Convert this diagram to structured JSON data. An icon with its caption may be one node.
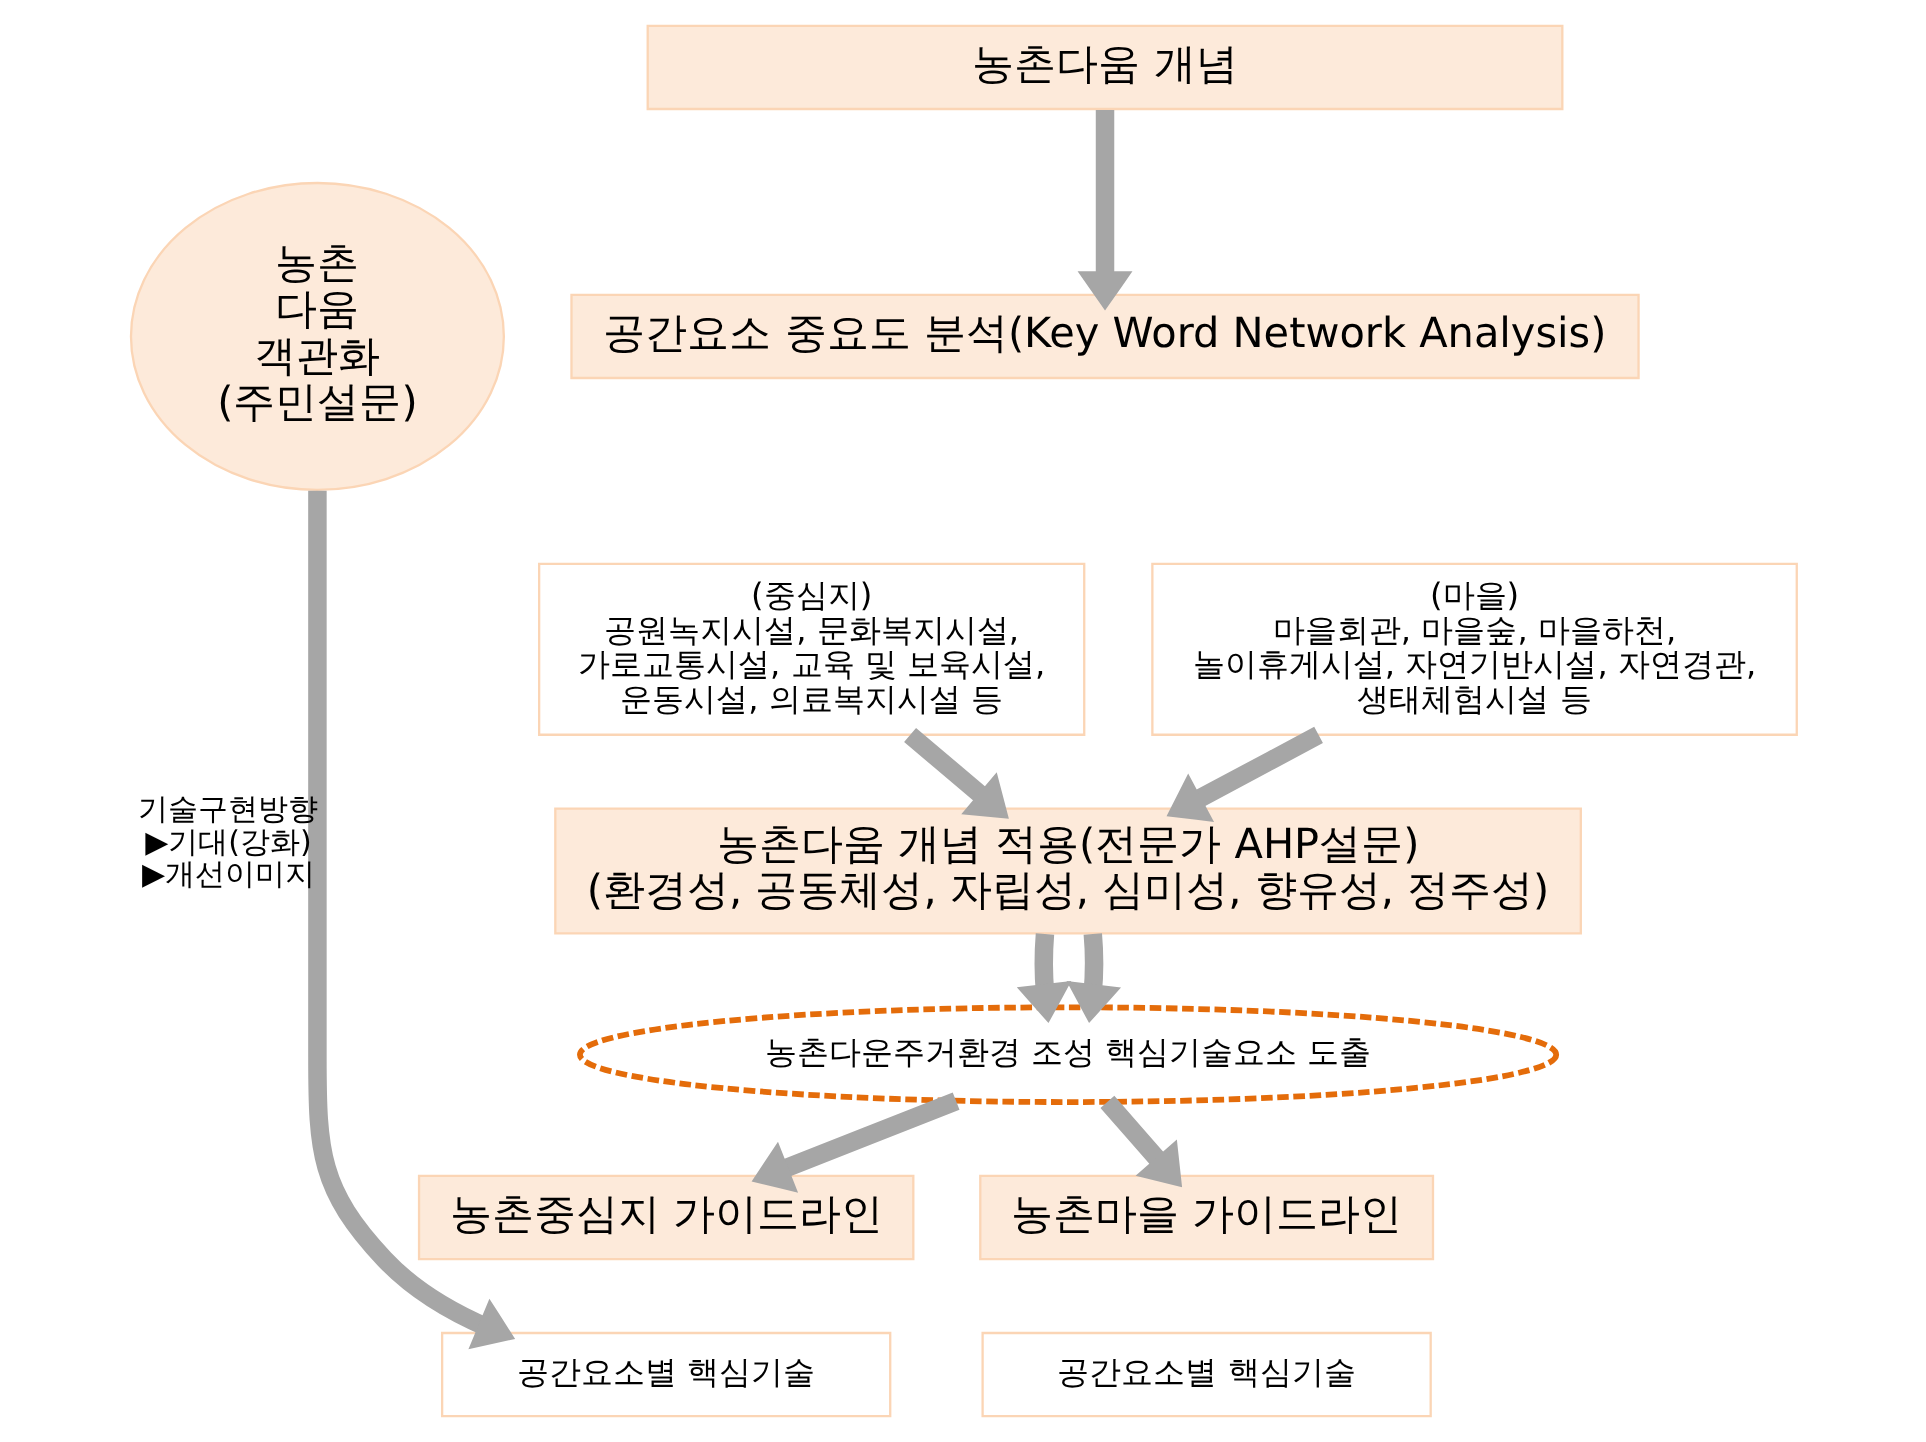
{
  "diagram": {
    "nodes": [
      {
        "text": [
          "농촌다움 개념"
        ]
      },
      {
        "text": [
          "공간요소 중요도 분석(Key Word Network Analysis)"
        ]
      },
      {
        "text": [
          "(중심지)",
          "공원녹지시설, 문화복지시설, 가로교통시설, 교육 및 보육시설, 운동시설, 의료복지시설 등"
        ]
      },
      {
        "text": [
          "(마을)",
          "마을회관, 마을숲, 마을하천, 놀이휴게시설, 자연기반시설, 자연경관, 생태체험시설 등"
        ]
      },
      {
        "text": [
          "농촌다움 개념 적용(전문가 AHP설문)",
          "(환경성, 공동체성, 자립성, 심미성, 향유성, 정주성)"
        ]
      },
      {
        "text": [
          "농촌다운주거환경 조성 핵심기술요소 도출"
        ]
      },
      {
        "text": [
          "농촌중심지 가이드라인"
        ]
      },
      {
        "text": [
          "공간요소별 핵심기술"
        ]
      },
      {
        "text": [
          "농촌마을 가이드라인"
        ]
      },
      {
        "text": [
          "공간요소별 핵심기술"
        ]
      },
      {
        "text": [
          "농촌 다움 객관화 (주민설문)"
        ]
      }
    ],
    "edges": [
      {
        "from": 0,
        "to": 1,
        "arrow": "to"
      },
      {
        "from": 2,
        "to": 4,
        "arrow": "to"
      },
      {
        "from": 3,
        "to": 4,
        "arrow": "to"
      },
      {
        "from": 4,
        "to": 5,
        "arrow": "to"
      },
      {
        "from": 4,
        "to": 5,
        "arrow": "to"
      },
      {
        "from": 5,
        "to": 6,
        "arrow": "to"
      },
      {
        "from": 5,
        "to": 8,
        "arrow": "to"
      },
      {
        "from": 10,
        "to": 7,
        "arrow": "to",
        "label": "기술구현방향 ▶기대(강화) ▶개선이미지"
      }
    ]
  }
}
